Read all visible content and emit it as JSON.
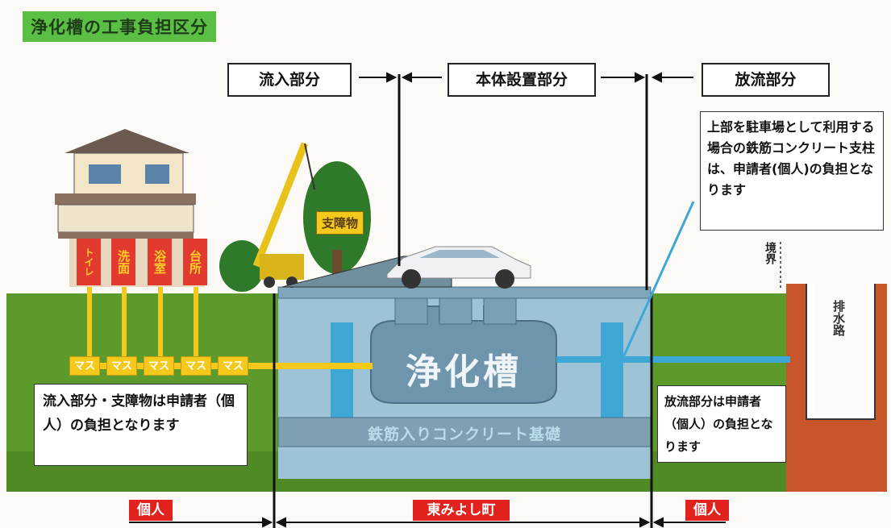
{
  "title": "浄化槽の工事負担区分",
  "sections": {
    "inflow": "流入部分",
    "main": "本体設置部分",
    "outflow": "放流部分"
  },
  "rooms": [
    "トイレ",
    "洗面",
    "浴室",
    "台所"
  ],
  "mas_label": "マス",
  "obstacle_label": "支障物",
  "parking_note": "上部を駐車場として利用する場合の鉄筋コンクリート支柱は、申請者(個人)の負担となります",
  "boundary_label": "境界",
  "drain_label": "排水路",
  "tank_label": "浄化槽",
  "foundation_label": "鉄筋入りコンクリート基礎",
  "inflow_note": "流入部分・支障物は申請者（個人）の負担となります",
  "outflow_note": "放流部分は申請者（個人）の負担となります",
  "bottom_tags": {
    "left": "個人",
    "center": "東みよし町",
    "right": "個人"
  },
  "colors": {
    "grass": "#5d9a2c",
    "tank": "#6f95ac",
    "pit": "#9ec2d6",
    "pipe_yellow": "#f4c91b",
    "pipe_blue": "#3fa7d6",
    "room_red": "#e33a30",
    "tag_red": "#e2221d",
    "drain_brick": "#c9552a"
  }
}
